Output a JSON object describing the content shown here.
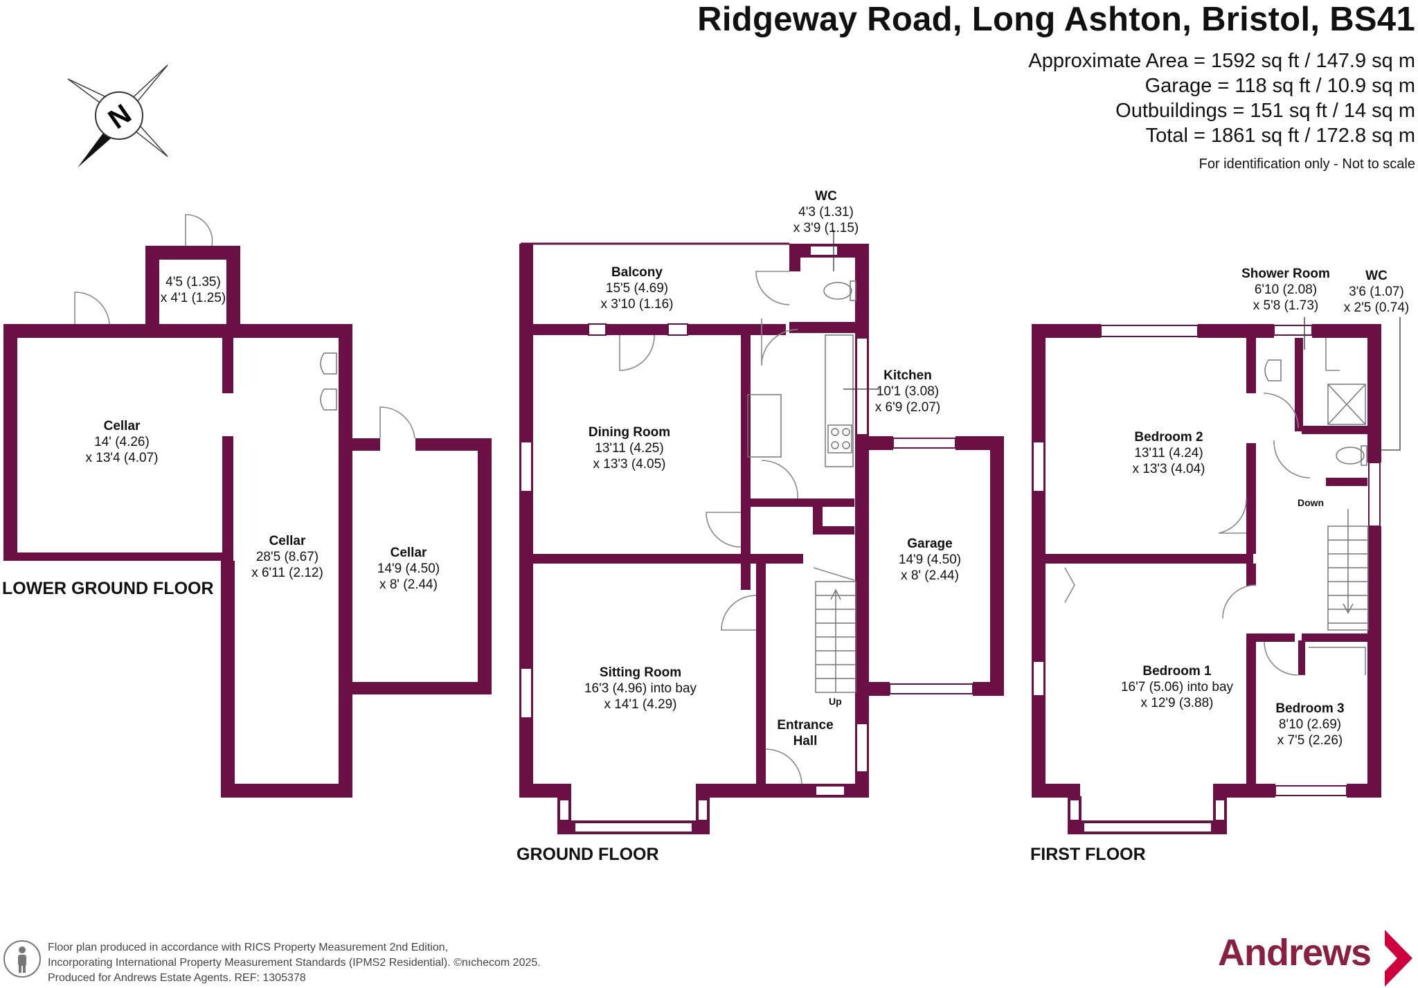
{
  "header": {
    "title": "Ridgeway Road, Long Ashton, Bristol, BS41",
    "areas": [
      "Approximate Area = 1592 sq ft / 147.9 sq m",
      "Garage = 118 sq ft / 10.9 sq m",
      "Outbuildings = 151 sq ft / 14 sq m",
      "Total = 1861 sq ft / 172.8 sq m"
    ],
    "disclaimer": "For identification only - Not to scale"
  },
  "compass": {
    "letter": "N",
    "icon": "compass-icon"
  },
  "floors": {
    "lower": "LOWER GROUND FLOOR",
    "ground": "GROUND FLOOR",
    "first": "FIRST FLOOR"
  },
  "rooms": {
    "store": {
      "dim1": "4'5 (1.35)",
      "dim2": "x 4'1 (1.25)"
    },
    "cellar1": {
      "name": "Cellar",
      "dim1": "14' (4.26)",
      "dim2": "x 13'4 (4.07)"
    },
    "cellar2": {
      "name": "Cellar",
      "dim1": "28'5 (8.67)",
      "dim2": "x 6'11 (2.12)"
    },
    "cellar3": {
      "name": "Cellar",
      "dim1": "14'9 (4.50)",
      "dim2": "x 8' (2.44)"
    },
    "wc_ground": {
      "name": "WC",
      "dim1": "4'3 (1.31)",
      "dim2": "x 3'9 (1.15)"
    },
    "balcony": {
      "name": "Balcony",
      "dim1": "15'5 (4.69)",
      "dim2": "x 3'10 (1.16)"
    },
    "kitchen": {
      "name": "Kitchen",
      "dim1": "10'1 (3.08)",
      "dim2": "x 6'9 (2.07)"
    },
    "dining": {
      "name": "Dining Room",
      "dim1": "13'11 (4.25)",
      "dim2": "x 13'3 (4.05)"
    },
    "garage": {
      "name": "Garage",
      "dim1": "14'9 (4.50)",
      "dim2": "x 8' (2.44)"
    },
    "sitting": {
      "name": "Sitting Room",
      "dim1": "16'3 (4.96) into bay",
      "dim2": "x 14'1 (4.29)"
    },
    "hall": {
      "name1": "Entrance",
      "name2": "Hall"
    },
    "shower": {
      "name": "Shower Room",
      "dim1": "6'10 (2.08)",
      "dim2": "x 5'8 (1.73)"
    },
    "wc_first": {
      "name": "WC",
      "dim1": "3'6 (1.07)",
      "dim2": "x 2'5 (0.74)"
    },
    "bed2": {
      "name": "Bedroom 2",
      "dim1": "13'11 (4.24)",
      "dim2": "x 13'3 (4.04)"
    },
    "bed1": {
      "name": "Bedroom 1",
      "dim1": "16'7 (5.06) into bay",
      "dim2": "x 12'9 (3.88)"
    },
    "bed3": {
      "name": "Bedroom 3",
      "dim1": "8'10 (2.69)",
      "dim2": "x 7'5 (2.26)"
    }
  },
  "stairs": {
    "up": "Up",
    "down": "Down"
  },
  "footer": {
    "line1": "Floor plan produced in accordance with RICS Property Measurement 2nd Edition,",
    "line2": "Incorporating International Property Measurement Standards (IPMS2 Residential).  ©nıchecom 2025.",
    "line3": "Produced for Andrews Estate Agents.   REF: 1305378"
  },
  "brand": {
    "name": "Andrews",
    "color": "#8b1f3f"
  },
  "colors": {
    "wall": "#6b1045",
    "door": "#888888"
  }
}
